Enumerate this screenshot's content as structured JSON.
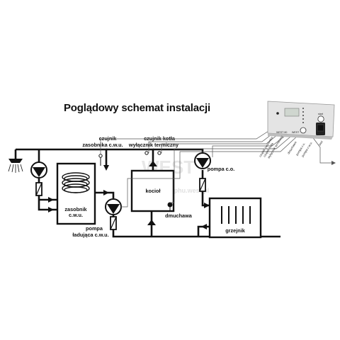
{
  "title": "Poglądowy schemat instalacji",
  "labels": {
    "czujnik_zasobnika_1": "czujnik",
    "czujnik_zasobnika_2": "zasobnika c.w.u.",
    "czujnik_kotla": "czujnik kotła",
    "wylacznik": "wyłącznik termiczny",
    "zasobnik_1": "zasobnik",
    "zasobnik_2": "c.w.u.",
    "kociol": "kocioł",
    "dmuchawa": "dmuchawa",
    "pompa_co": "pompa c.o.",
    "pompa_ladujaca_1": "pompa",
    "pompa_ladujaca_2": "ładująca c.w.u.",
    "grzejnik": "grzejnik"
  },
  "controller": {
    "model": "WEST 80",
    "button_label": "start",
    "wire_labels": [
      "czujnik zasobnika",
      "czujnik kotła",
      "wyłącznik termiczny",
      "dmuchawa",
      "pompa c.o.",
      "pompa c.w.u.",
      "sieć"
    ]
  },
  "watermark": "www.128.phu.west.pl",
  "colors": {
    "pipe": "#111111",
    "wire": "#555555",
    "controller_body": "#e4e4e4",
    "display": "#cfd6cf"
  }
}
